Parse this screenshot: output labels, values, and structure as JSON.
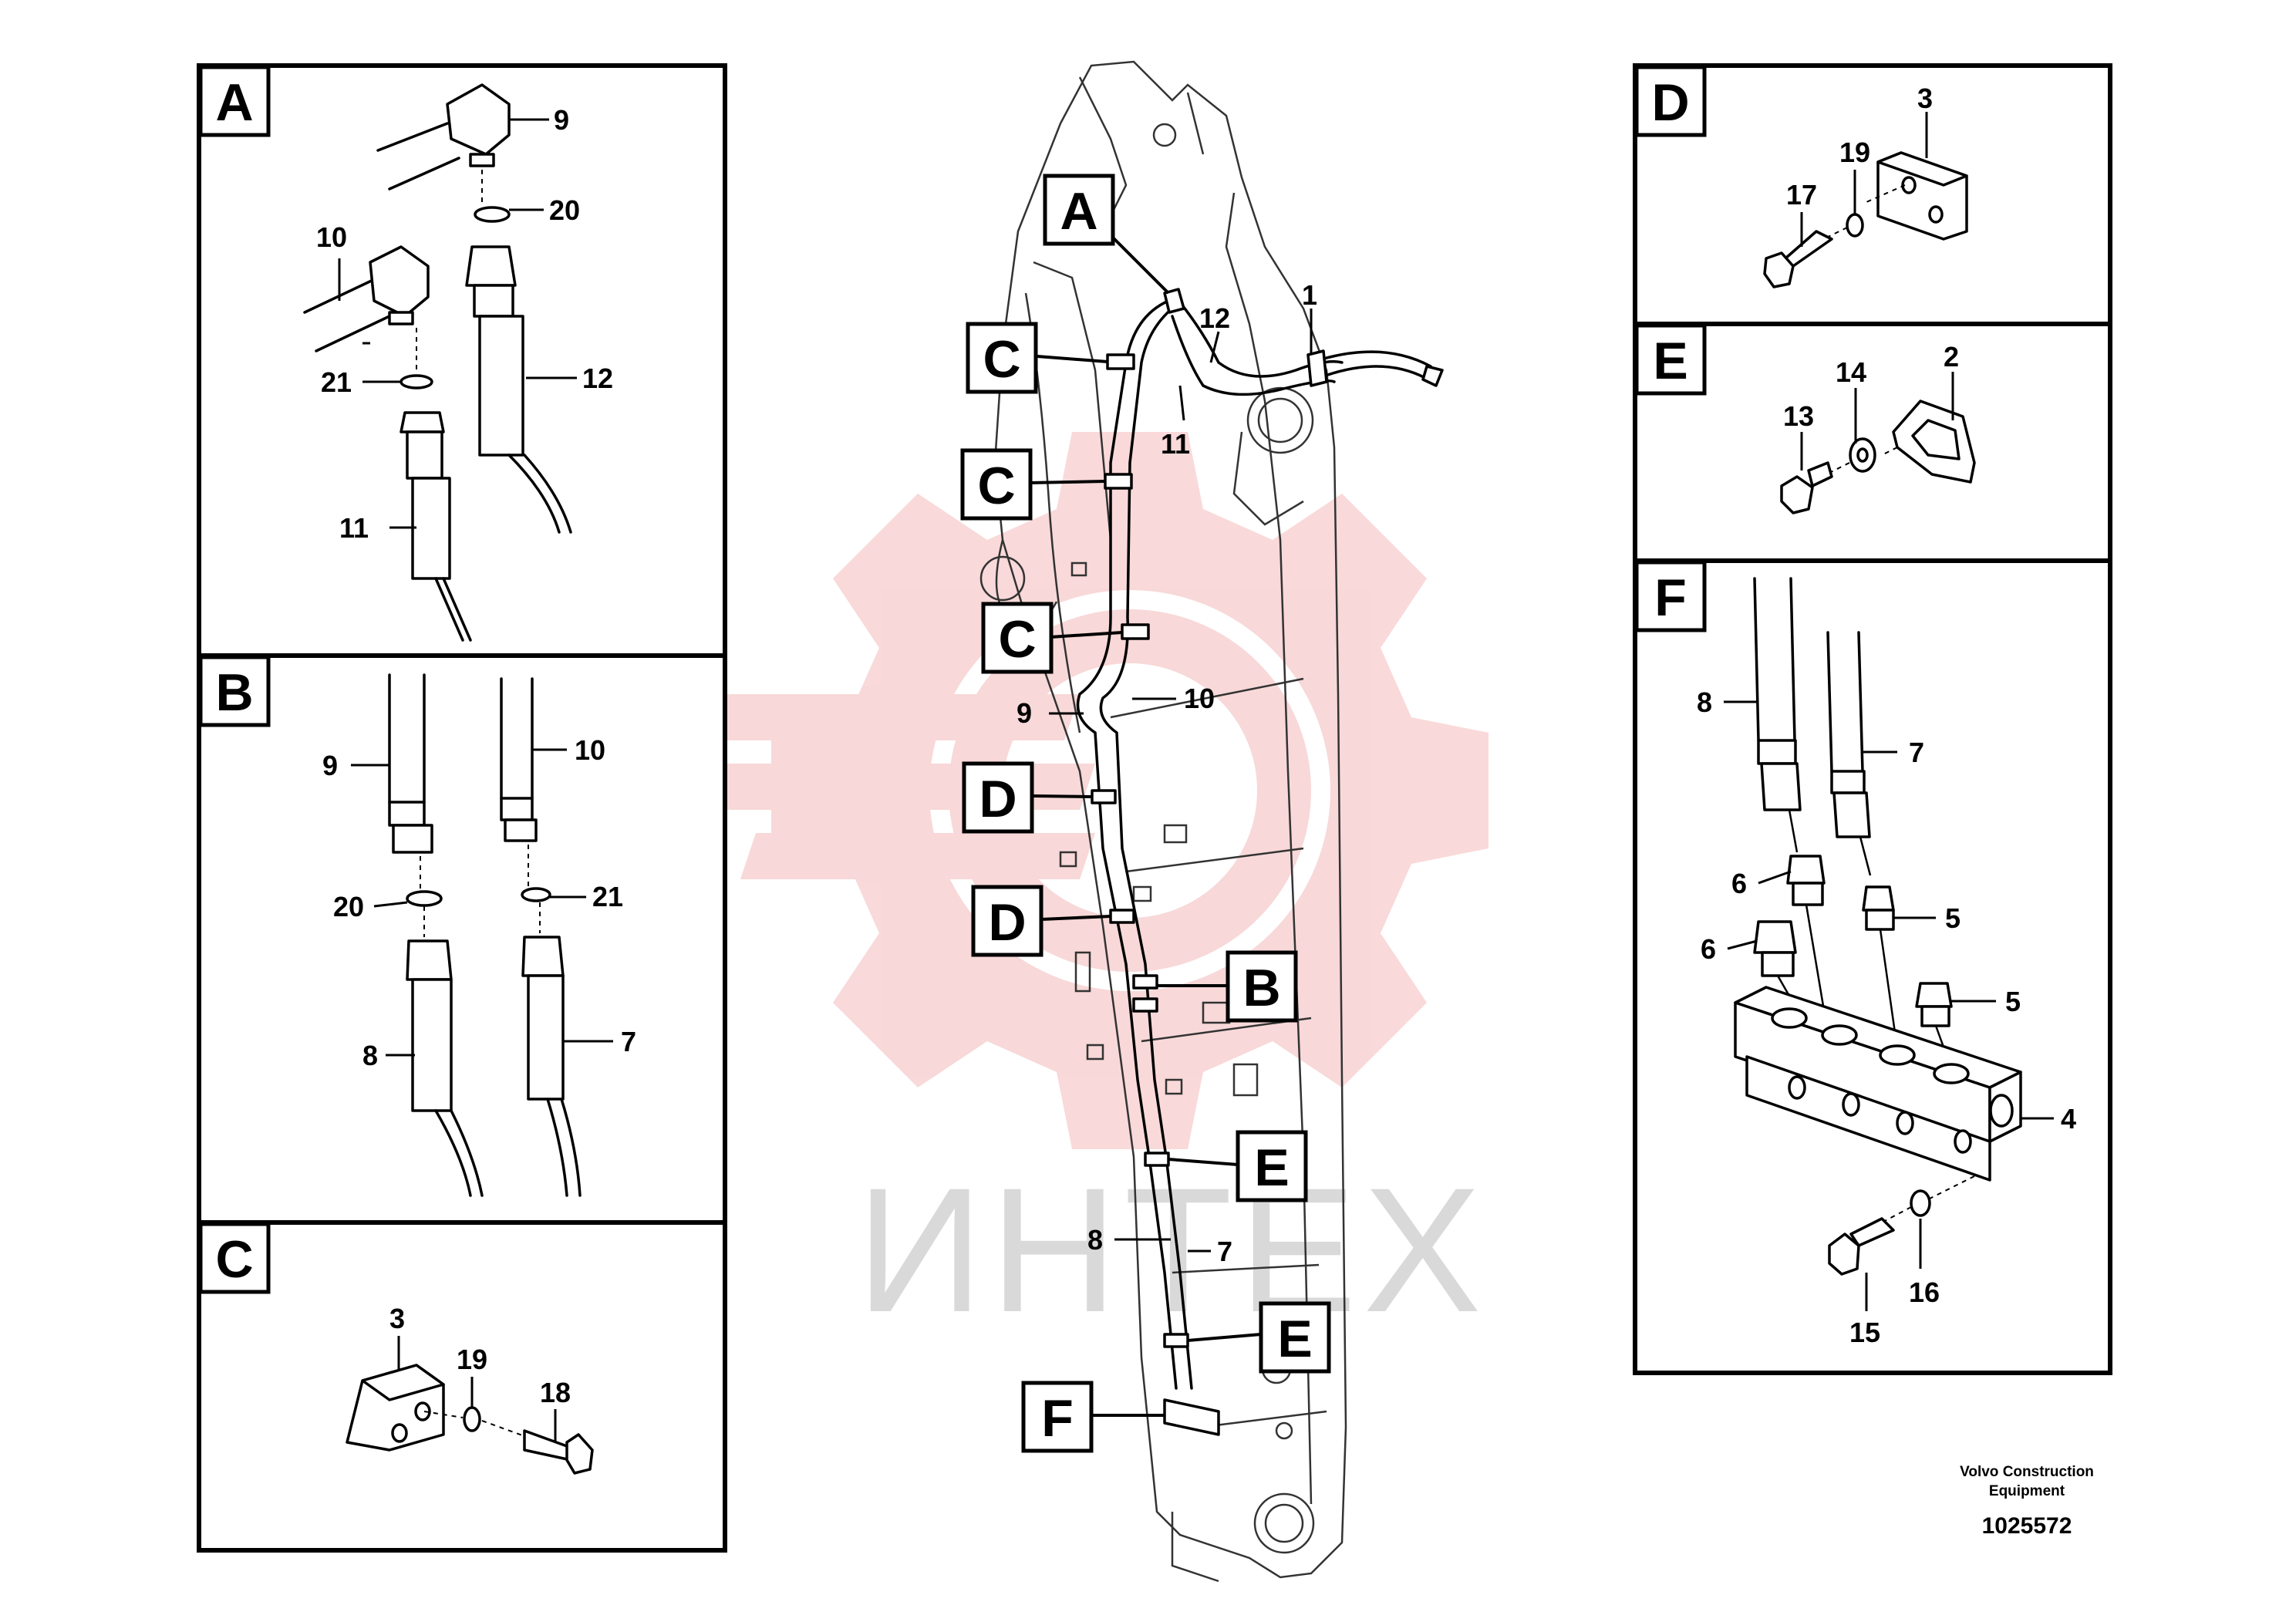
{
  "panels": {
    "a": {
      "tag": "A",
      "labels": [
        "9",
        "20",
        "10",
        "21",
        "12",
        "11"
      ]
    },
    "b": {
      "tag": "B",
      "labels": [
        "9",
        "10",
        "20",
        "21",
        "8",
        "7"
      ]
    },
    "c": {
      "tag": "C",
      "labels": [
        "3",
        "19",
        "18"
      ]
    },
    "d": {
      "tag": "D",
      "labels": [
        "3",
        "19",
        "17"
      ]
    },
    "e": {
      "tag": "E",
      "labels": [
        "14",
        "2",
        "13"
      ]
    },
    "f": {
      "tag": "F",
      "labels": [
        "8",
        "7",
        "6",
        "5",
        "6",
        "5",
        "4",
        "16",
        "15"
      ]
    }
  },
  "main": {
    "callouts": [
      "A",
      "C",
      "C",
      "C",
      "D",
      "D",
      "B",
      "E",
      "E",
      "F"
    ],
    "labels": [
      "1",
      "12",
      "11",
      "10",
      "9",
      "8",
      "7"
    ]
  },
  "watermark": {
    "text": "ИНТЕХ"
  },
  "footer": {
    "company_line1": "Volvo Construction",
    "company_line2": "Equipment",
    "drawing_number": "1025572"
  }
}
